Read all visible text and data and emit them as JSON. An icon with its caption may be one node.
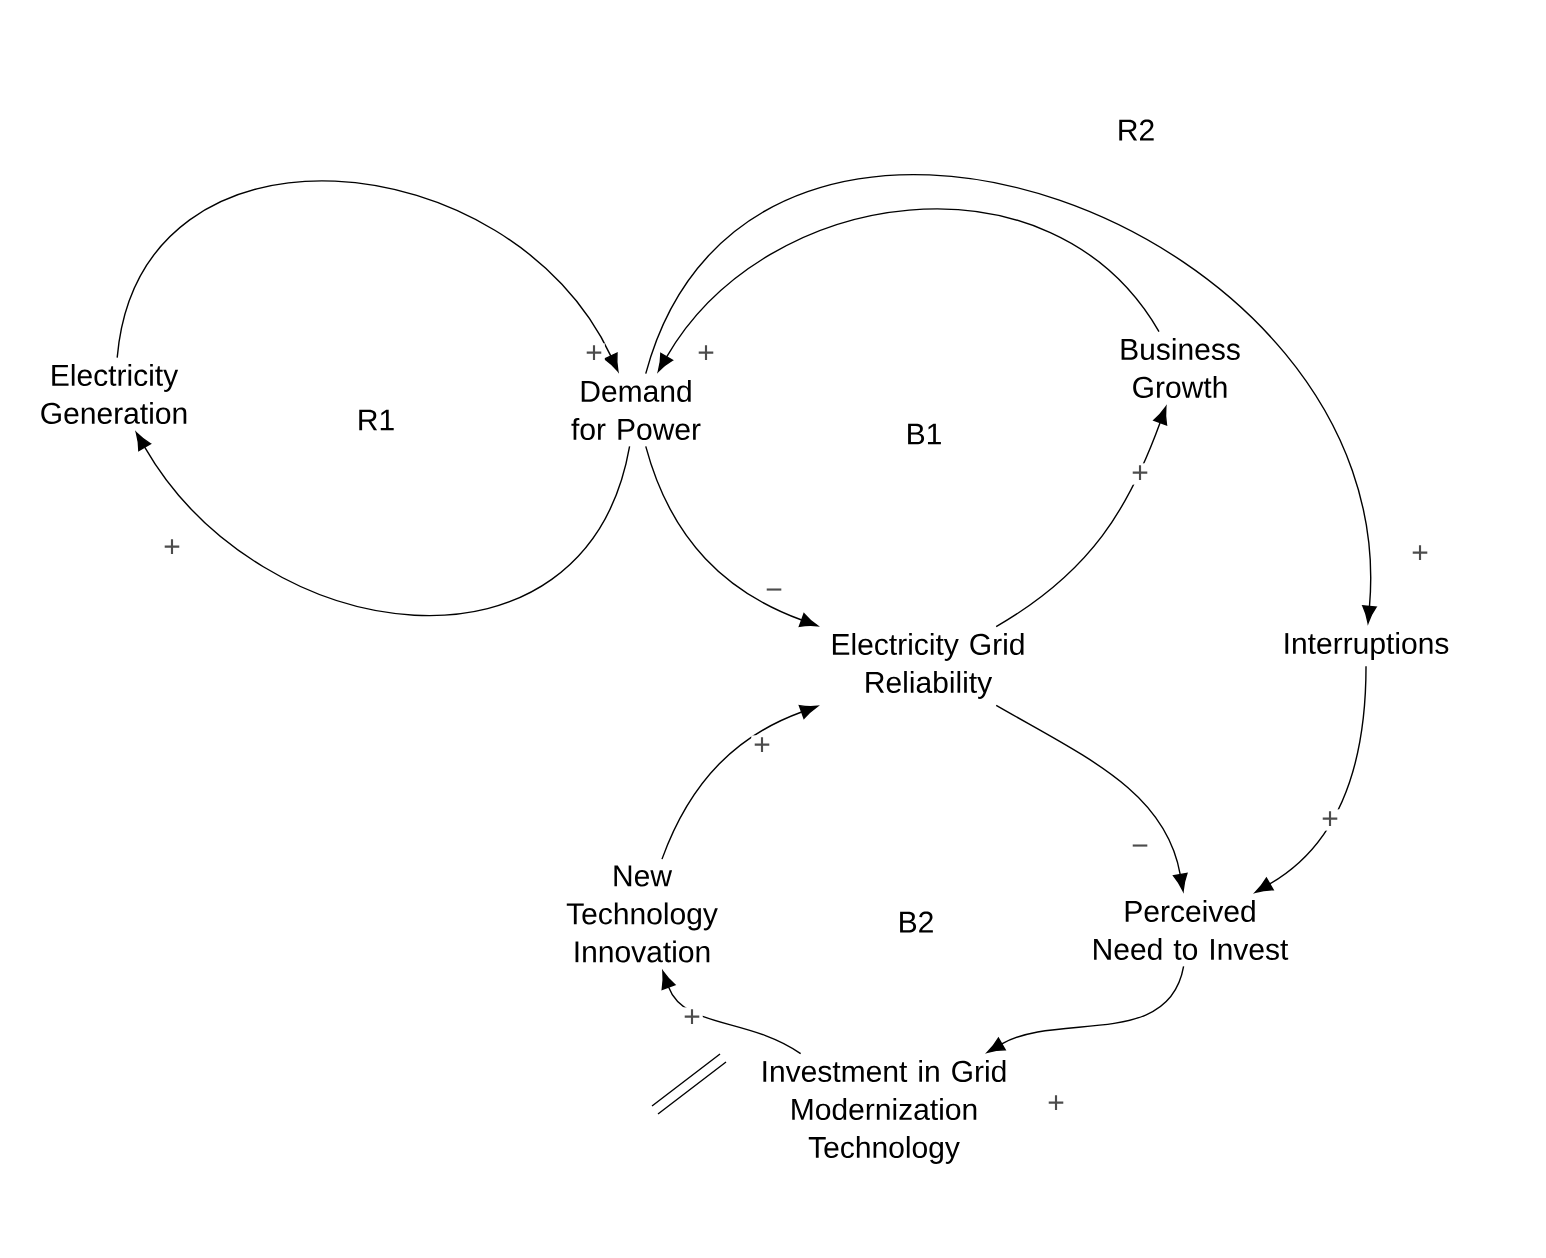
{
  "diagram": {
    "nodes": [
      {
        "text": [
          "Electricity Generation"
        ]
      },
      {
        "text": [
          "Demand for Power"
        ]
      },
      {
        "text": [
          "Business Growth"
        ]
      },
      {
        "text": [
          "Electricity Grid Reliability"
        ]
      },
      {
        "text": [
          "Interruptions"
        ]
      },
      {
        "text": [
          "New Technology Innovation"
        ]
      },
      {
        "text": [
          "Perceived Need to Invest"
        ]
      },
      {
        "text": [
          "Investment in Grid Modernization Technology"
        ]
      }
    ],
    "edges": [
      {
        "from": 0,
        "to": 1,
        "arrow": "to",
        "label": "+"
      },
      {
        "from": 1,
        "to": 0,
        "arrow": "to",
        "label": "+"
      },
      {
        "from": 1,
        "to": 3,
        "arrow": "to",
        "label": "−"
      },
      {
        "from": 2,
        "to": 1,
        "arrow": "to",
        "label": "+"
      },
      {
        "from": 3,
        "to": 2,
        "arrow": "to",
        "label": "+"
      },
      {
        "from": 1,
        "to": 4,
        "arrow": "to",
        "label": "+"
      },
      {
        "from": 3,
        "to": 6,
        "arrow": "to",
        "label": "−"
      },
      {
        "from": 4,
        "to": 6,
        "arrow": "to",
        "label": "+"
      },
      {
        "from": 6,
        "to": 7,
        "arrow": "to",
        "label": "+"
      },
      {
        "from": 7,
        "to": 5,
        "arrow": "to",
        "label": "+"
      },
      {
        "from": 5,
        "to": 3,
        "arrow": "to",
        "label": "+"
      }
    ],
    "labels": [
      "R1",
      "B1",
      "R2",
      "B2"
    ]
  }
}
